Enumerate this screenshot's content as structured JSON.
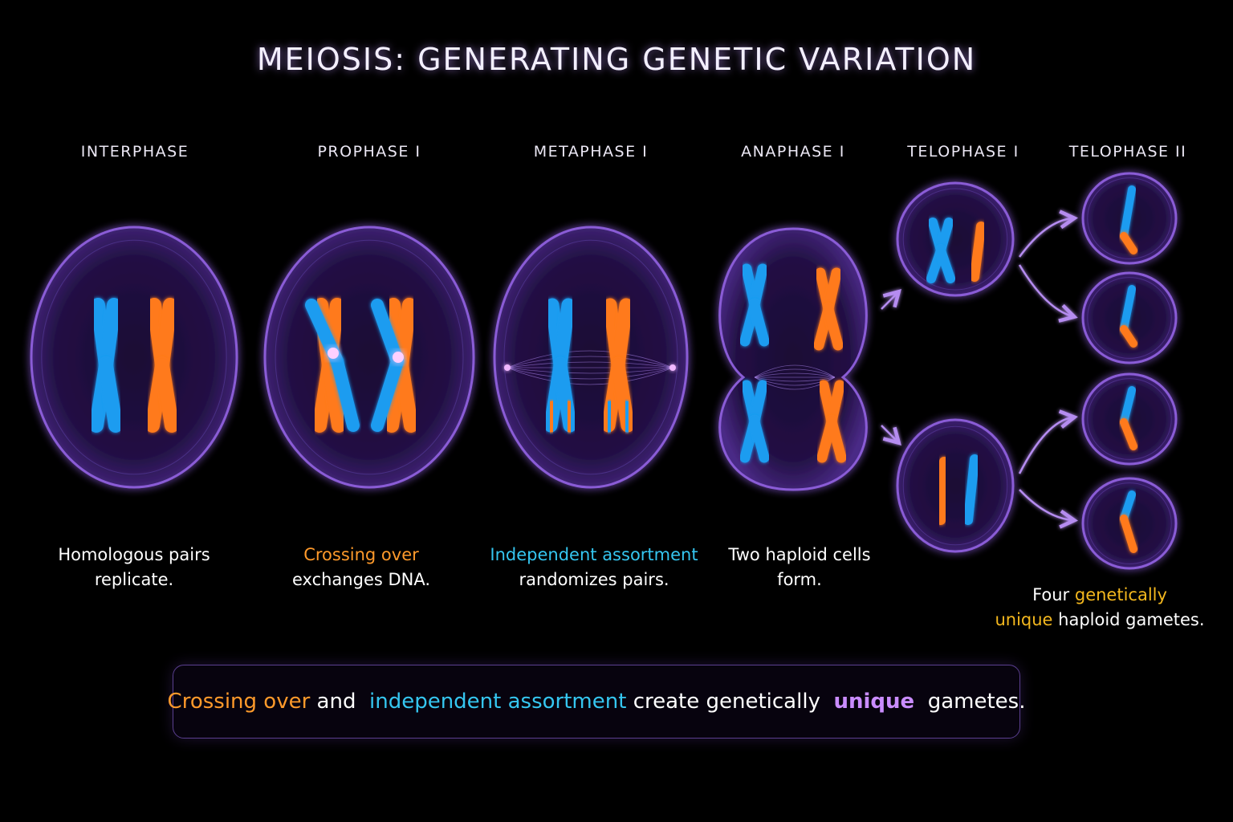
{
  "title": "MEIOSIS: GENERATING GENETIC VARIATION",
  "stages": [
    {
      "label": "INTERPHASE",
      "caption_lines": [
        [
          {
            "t": "Homologous pairs",
            "c": ""
          }
        ],
        [
          {
            "t": "replicate.",
            "c": ""
          }
        ]
      ]
    },
    {
      "label": "PROPHASE I",
      "caption_lines": [
        [
          {
            "t": "Crossing over",
            "c": "orange"
          }
        ],
        [
          {
            "t": "exchanges DNA.",
            "c": ""
          }
        ]
      ]
    },
    {
      "label": "METAPHASE I",
      "caption_lines": [
        [
          {
            "t": "Independent assortment",
            "c": "cyan"
          }
        ],
        [
          {
            "t": "randomizes pairs.",
            "c": ""
          }
        ]
      ]
    },
    {
      "label": "ANAPHASE I",
      "caption_lines": [
        [
          {
            "t": "Two haploid cells",
            "c": ""
          }
        ],
        [
          {
            "t": "form.",
            "c": ""
          }
        ]
      ]
    },
    {
      "label": "TELOPHASE I",
      "caption_lines": []
    },
    {
      "label": "TELOPHASE II",
      "caption_lines": [
        [
          {
            "t": "Four ",
            "c": ""
          },
          {
            "t": "genetically",
            "c": "yellow"
          }
        ],
        [
          {
            "t": "unique",
            "c": "yellow"
          },
          {
            "t": " haploid gametes.",
            "c": ""
          }
        ]
      ]
    }
  ],
  "summary": [
    {
      "t": "Crossing over",
      "c": "orange"
    },
    {
      "t": " and  ",
      "c": ""
    },
    {
      "t": "independent assortment",
      "c": "cyan"
    },
    {
      "t": " create genetically  ",
      "c": ""
    },
    {
      "t": "unique",
      "c": "purple"
    },
    {
      "t": "  gametes.",
      "c": ""
    }
  ],
  "colors": {
    "background": "#000000",
    "membrane": "#8a5cd6",
    "cell_fill": "#2a1552",
    "chromosome_blue": "#1e9cf0",
    "chromosome_orange": "#ff7a1a",
    "arrow": "#b58cf0",
    "box_border": "#5a3f8f"
  },
  "icons": [
    "arrow-right-icon",
    "chromosome-icon",
    "centrosome-icon"
  ]
}
